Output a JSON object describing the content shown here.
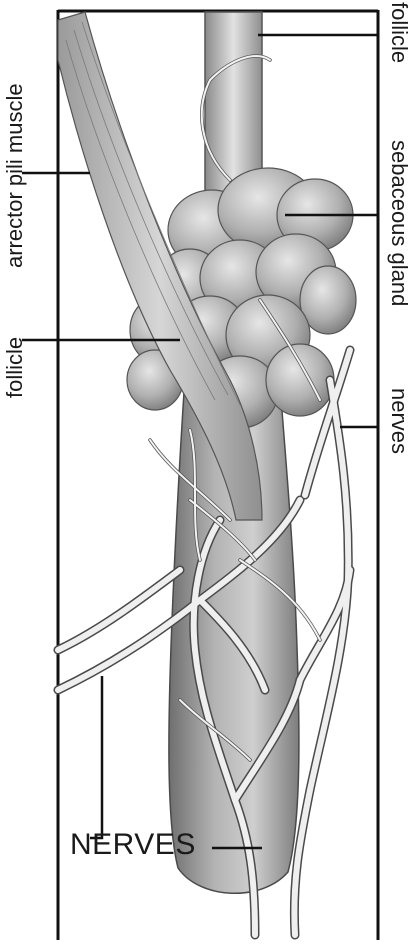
{
  "diagram": {
    "labels": {
      "follicle_top": "follicle",
      "arrector_pili_muscle": "arrector pili muscle",
      "sebaceous_gland": "sebaceous gland",
      "nerves_right": "nerves",
      "follicle_left": "follicle",
      "nerves_bottom": "NERVES"
    }
  },
  "colors": {
    "frame": "#111111",
    "leader": "#111111",
    "tissue_dark": "#7a7a7a",
    "tissue_mid": "#a6a6a6",
    "tissue_light": "#d9d9d9",
    "nerve_fill": "#efefef",
    "nerve_outline": "#4a4a4a"
  }
}
